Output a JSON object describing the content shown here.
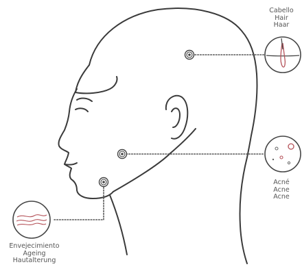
{
  "callouts": {
    "hair": {
      "lines": [
        "Cabello",
        "Hair",
        "Haar"
      ],
      "icon": "hair-follicle-icon"
    },
    "acne": {
      "lines": [
        "Acné",
        "Acne",
        "Acne"
      ],
      "icon": "acne-pores-icon"
    },
    "ageing": {
      "lines": [
        "Envejecimiento",
        "Ageing",
        "Hautalterung"
      ],
      "icon": "skin-wrinkles-icon"
    }
  },
  "colors": {
    "outline": "#3a3a3a",
    "marker": "#444444",
    "dots": "#666666",
    "accent": "#b5535a"
  }
}
